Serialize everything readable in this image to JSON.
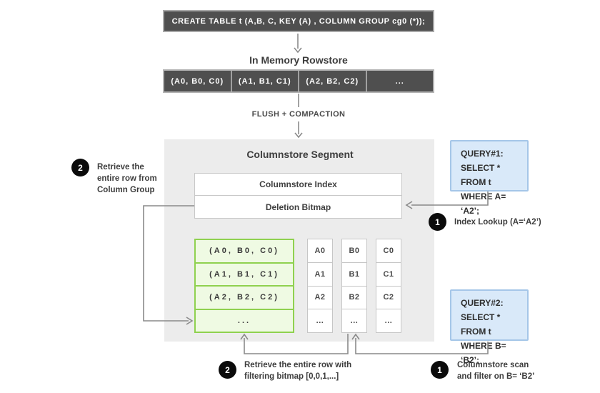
{
  "create_table": {
    "sql": "CREATE TABLE  t (A,B, C, KEY (A) , COLUMN GROUP cg0 (*));"
  },
  "rowstore": {
    "title": "In Memory Rowstore",
    "cells": [
      "(A0, B0, C0)",
      "(A1, B1, C1)",
      "(A2, B2, C2)",
      "..."
    ]
  },
  "flush_label": "FLUSH + COMPACTION",
  "segment": {
    "title": "Columnstore Segment",
    "index_label": "Columnstore Index",
    "bitmap_label": "Deletion Bitmap",
    "column_group_rows": [
      "(A0, B0, C0)",
      "(A1, B1, C1)",
      "(A2, B2, C2)",
      "..."
    ],
    "column_a": [
      "A0",
      "A1",
      "A2",
      "..."
    ],
    "column_b": [
      "B0",
      "B1",
      "B2",
      "..."
    ],
    "column_c": [
      "C0",
      "C1",
      "C2",
      "..."
    ]
  },
  "query1": {
    "text": "QUERY#1:\nSELECT * FROM t\nWHERE A= ‘A2’;"
  },
  "query2": {
    "text": "QUERY#2:\nSELECT * FROM t\nWHERE B= ‘B2’;"
  },
  "notes": {
    "retrieve_column_group": {
      "badge": "2",
      "text": "Retrieve the\nentire row from\nColumn Group"
    },
    "index_lookup": {
      "badge": "1",
      "text": "Index Lookup (A=‘A2’)"
    },
    "retrieve_bitmap": {
      "badge": "2",
      "text": "Retrieve the entire row with\nfiltering bitmap [0,0,1,...]"
    },
    "columnstore_scan": {
      "badge": "1",
      "text": "Columnstore scan\nand filter on B= ‘B2’"
    }
  },
  "colors": {
    "dark_box": "#4f4f4f",
    "segment_bg": "#ececec",
    "green_border": "#8fd14f",
    "green_bg": "#effae3",
    "query_bg": "#d9e9f9",
    "query_border": "#a5c6e8",
    "wire": "#8a8a8a",
    "badge": "#0b0b0b"
  }
}
